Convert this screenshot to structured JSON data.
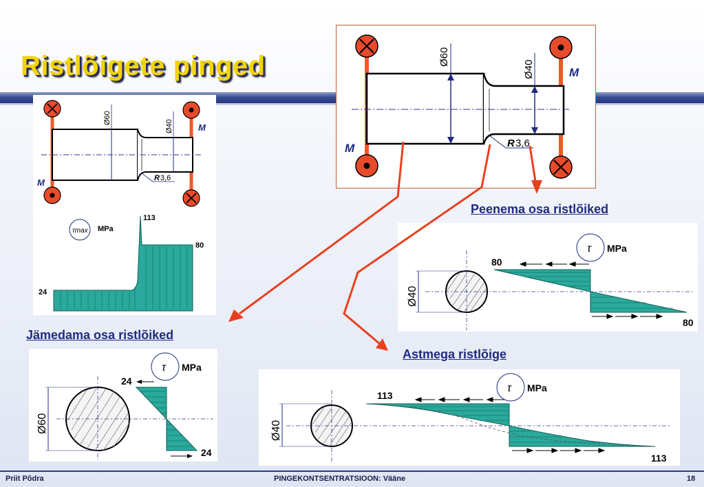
{
  "slide": {
    "title": "Ristlõigete pinged",
    "page_number": "18"
  },
  "labels": {
    "d60": "Ø60",
    "d40": "Ø40",
    "moment": "M",
    "fillet_r": "R",
    "fillet_value": "3,6",
    "tau_max": "τmax",
    "tau": "τ",
    "unit": "MPa"
  },
  "left_plot": {
    "peak": "113",
    "right_level": "80",
    "left_level": "24"
  },
  "captions": {
    "thin": "Peenema osa ristlõiked",
    "thick": "Jämedama osa ristlõiked",
    "step": "Astmega ristlõige"
  },
  "thin_section": {
    "top_value": "80",
    "bottom_value": "80"
  },
  "thick_section": {
    "top_value": "24",
    "bottom_value": "24"
  },
  "step_section": {
    "top_value": "113",
    "bottom_value": "113"
  },
  "footer": {
    "author": "Priit Põdra",
    "course": "PINGEKONTSENTRATSIOON: Vääne"
  },
  "colors": {
    "title": "#f2d400",
    "shaft_support": "#f05a24",
    "stress_fill": "#2aa99c",
    "dimension": "#1f2a80",
    "arrow": "#e8401e"
  }
}
